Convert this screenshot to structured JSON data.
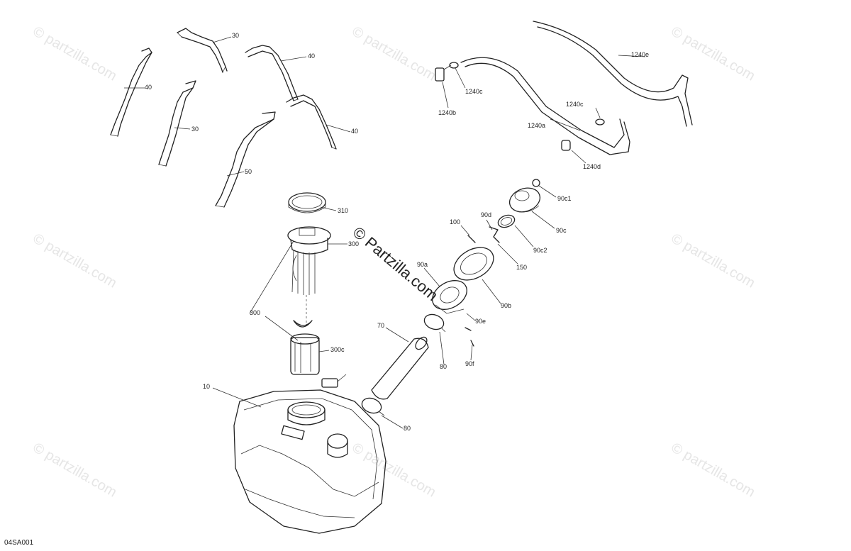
{
  "watermark": {
    "text": "© partzilla.com",
    "center_text": "© Partzilla.com"
  },
  "drawing_code": "04SA001",
  "callouts": {
    "c30a": "30",
    "c40a": "40",
    "c40b": "40",
    "c30b": "30",
    "c40c": "40",
    "c50": "50",
    "c310": "310",
    "c300a": "300",
    "c300": "300",
    "c300c": "300c",
    "c10": "10",
    "c70": "70",
    "c80a": "80",
    "c80b": "80",
    "c90a": "90a",
    "c90b": "90b",
    "c90c": "90c",
    "c90c1": "90c1",
    "c90c2": "90c2",
    "c90d": "90d",
    "c90e": "90e",
    "c90f": "90f",
    "c100": "100",
    "c150": "150",
    "c1240a": "1240a",
    "c1240b": "1240b",
    "c1240c_a": "1240c",
    "c1240c_b": "1240c",
    "c1240d": "1240d",
    "c1240e": "1240e"
  }
}
